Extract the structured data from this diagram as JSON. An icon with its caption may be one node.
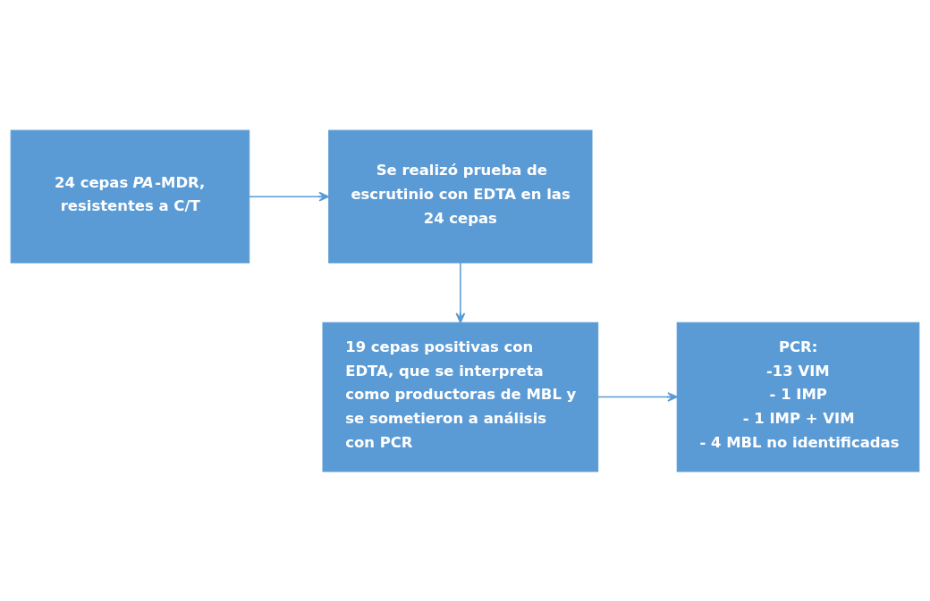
{
  "diagram": {
    "nodes": [
      {
        "text": [
          "24 cepas *PA*-MDR, resistentes a C/T"
        ]
      },
      {
        "text": [
          "Se realizó prueba de escrutinio con EDTA en las 24 cepas"
        ]
      },
      {
        "text": [
          "19 cepas positivas con EDTA, que se interpreta como productoras de MBL y se sometieron a análisis con PCR"
        ]
      },
      {
        "text": [
          "PCR:",
          "-13 VIM",
          "- 1 IMP",
          "- 1 IMP + VIM",
          "- 4 MBL no identificadas"
        ]
      }
    ],
    "edges": [
      {
        "from": 0,
        "to": 1,
        "arrow": "to"
      },
      {
        "from": 1,
        "to": 2,
        "arrow": "to"
      },
      {
        "from": 2,
        "to": 3,
        "arrow": "to"
      }
    ]
  }
}
